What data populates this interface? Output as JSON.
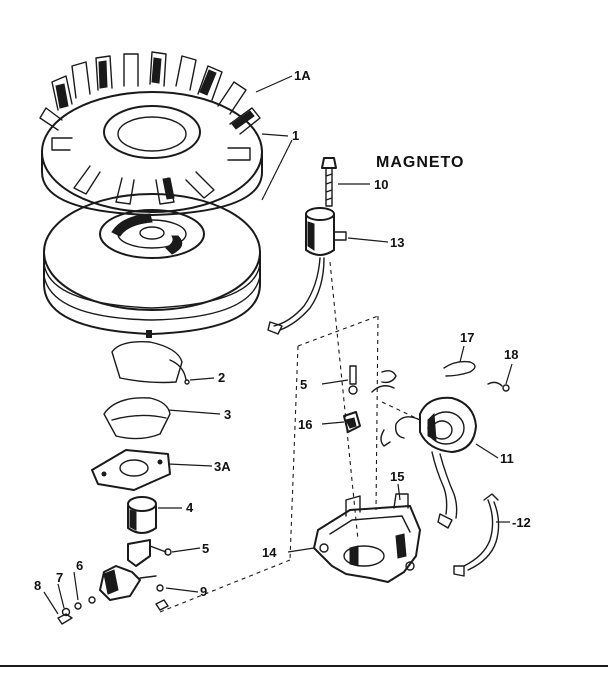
{
  "diagram": {
    "title": "MAGNETO",
    "labels": {
      "l1A": "1A",
      "l1": "1",
      "l10": "10",
      "l13": "13",
      "l2": "2",
      "l3": "3",
      "l3A": "3A",
      "l4": "4",
      "l5a": "5",
      "l5b": "5",
      "l6": "6",
      "l7": "7",
      "l8": "8",
      "l9": "9",
      "l11": "11",
      "l12": "-12",
      "l14": "14",
      "l15": "15",
      "l16": "16",
      "l17": "17",
      "l18": "18"
    }
  }
}
